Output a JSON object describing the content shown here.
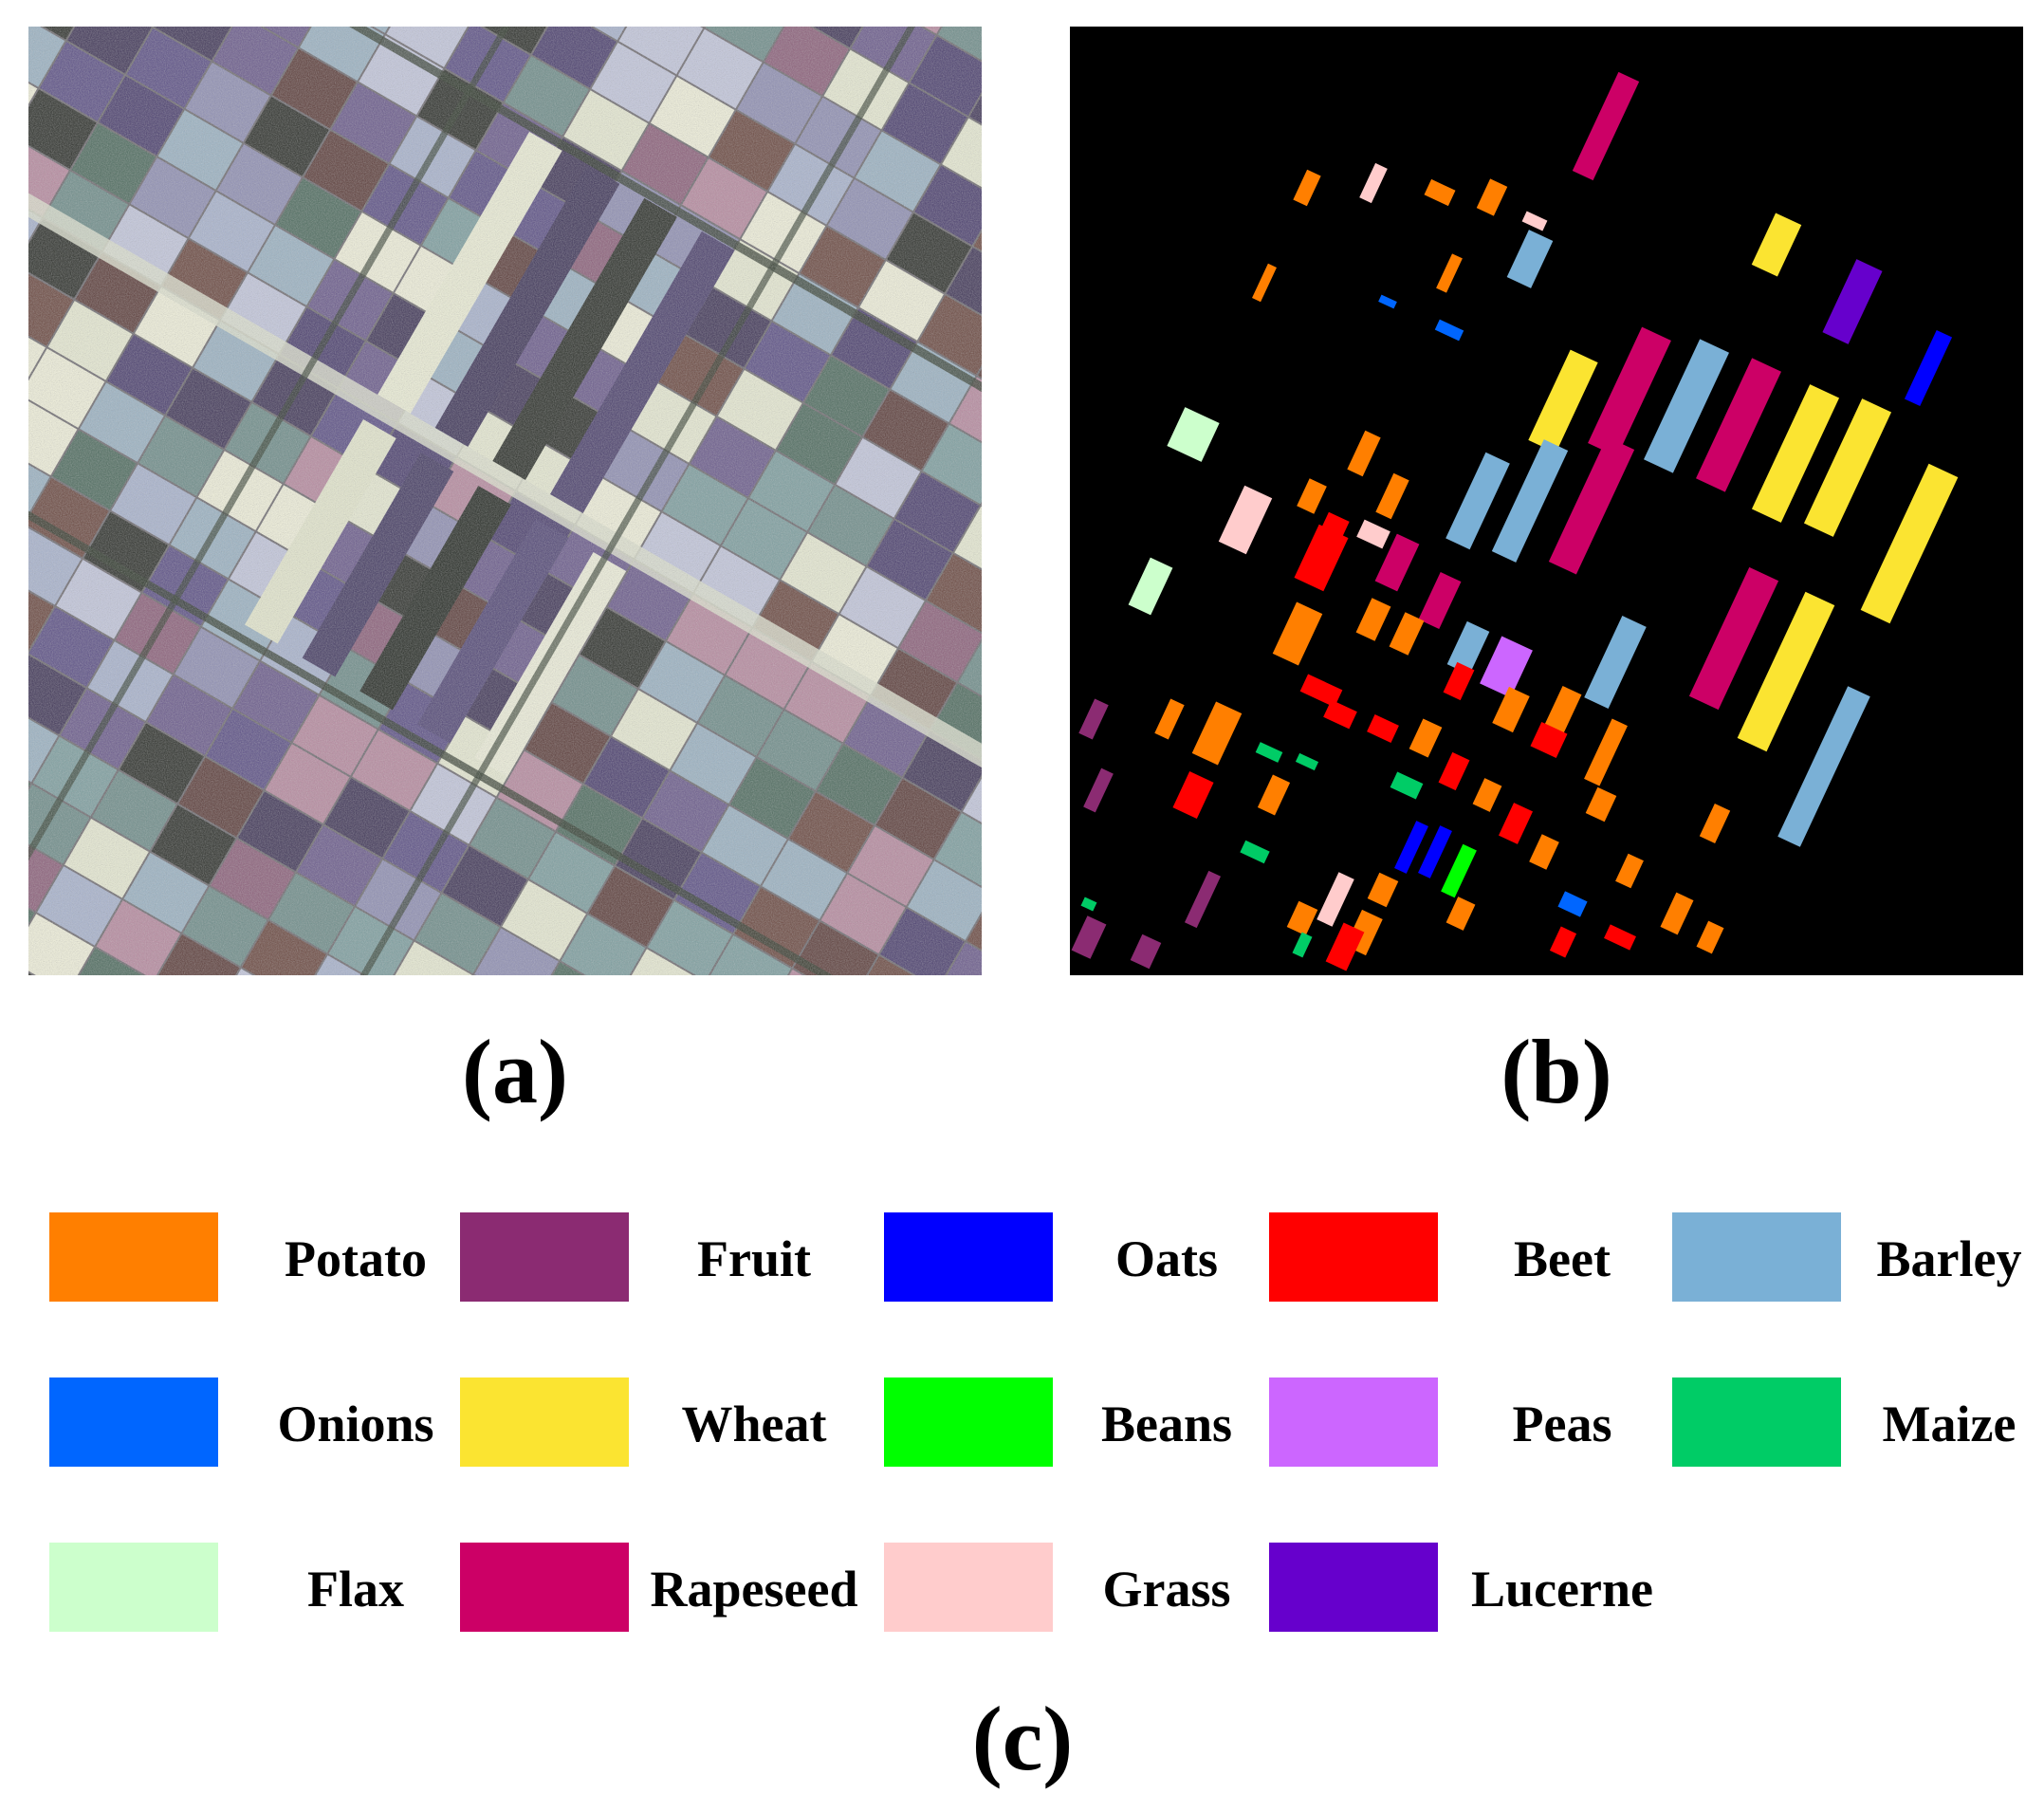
{
  "figure": {
    "panel_labels": {
      "a": "(a)",
      "b": "(b)",
      "c": "(c)"
    }
  },
  "legend": {
    "items": [
      {
        "label": "Potato",
        "color": "#ff7f00"
      },
      {
        "label": "Fruit",
        "color": "#8b2b72"
      },
      {
        "label": "Oats",
        "color": "#0000ff"
      },
      {
        "label": "Beet",
        "color": "#ff0000"
      },
      {
        "label": "Barley",
        "color": "#7ab0d6"
      },
      {
        "label": "Onions",
        "color": "#0066ff"
      },
      {
        "label": "Wheat",
        "color": "#fbe431"
      },
      {
        "label": "Beans",
        "color": "#00ff00"
      },
      {
        "label": "Peas",
        "color": "#cc66ff"
      },
      {
        "label": "Maize",
        "color": "#00cc66"
      },
      {
        "label": "Flax",
        "color": "#ccffcc"
      },
      {
        "label": "Rapeseed",
        "color": "#cc0066"
      },
      {
        "label": "Grass",
        "color": "#ffcccc"
      },
      {
        "label": "Lucerne",
        "color": "#6600cc"
      }
    ]
  }
}
